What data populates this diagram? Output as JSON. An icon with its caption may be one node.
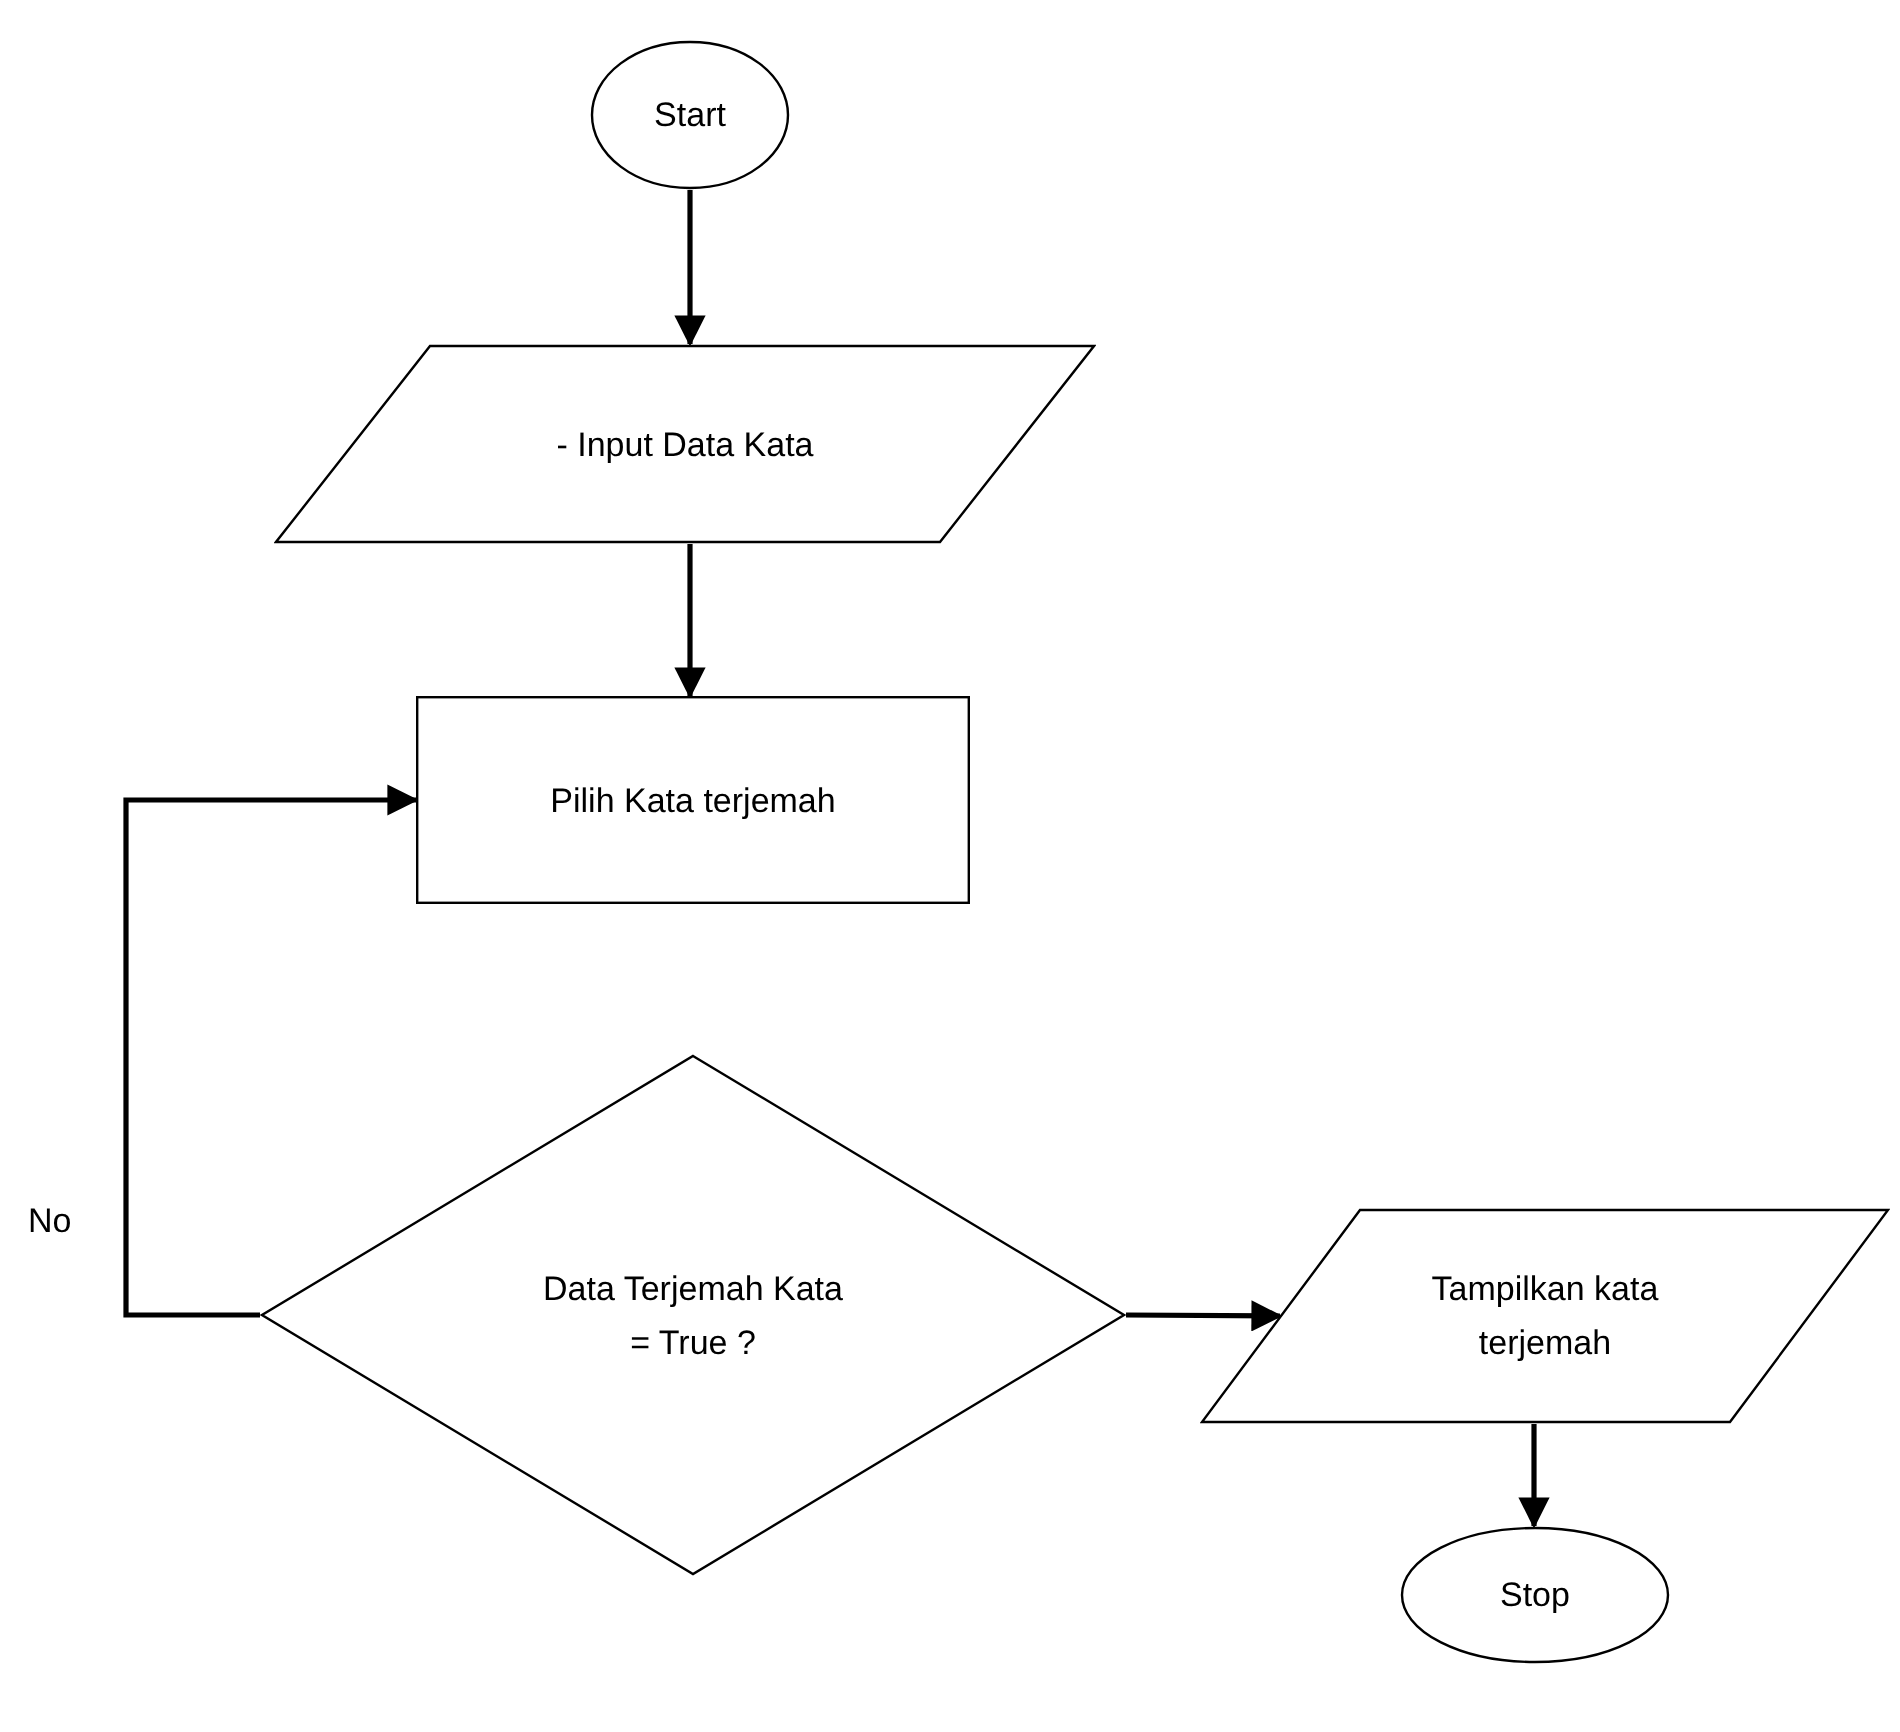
{
  "diagram": {
    "nodes": [
      {
        "text": [
          "Start"
        ]
      },
      {
        "text": [
          "- Input Data Kata"
        ]
      },
      {
        "text": [
          "Pilih Kata terjemah"
        ]
      },
      {
        "text": [
          "Data Terjemah Kata = True ?"
        ]
      },
      {
        "text": [
          "Tampilkan kata terjemah"
        ]
      },
      {
        "text": [
          "Stop"
        ]
      }
    ],
    "edges": [
      {
        "from": 0,
        "to": 1,
        "arrow": "to"
      },
      {
        "from": 1,
        "to": 2,
        "arrow": "to"
      },
      {
        "from": 3,
        "to": 2,
        "arrow": "to",
        "label": "No"
      },
      {
        "from": 3,
        "to": 4,
        "arrow": "to"
      },
      {
        "from": 4,
        "to": 5,
        "arrow": "to"
      }
    ]
  }
}
